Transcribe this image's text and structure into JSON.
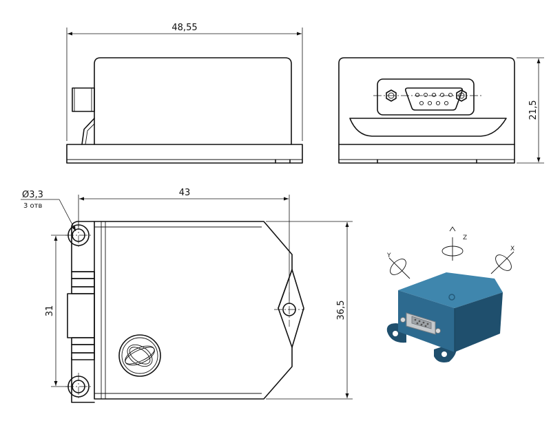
{
  "dimensions": {
    "top_width": "48,55",
    "side_height": "21,5",
    "bottom_width": "43",
    "hole_diameter": "Ø3,3",
    "hole_count": "3 отв",
    "hole_spacing": "31",
    "body_height": "36,5"
  },
  "axes": {
    "x": "X",
    "y": "Y",
    "z": "Z"
  },
  "colors": {
    "device_body": "#2d6a8f",
    "device_dark": "#1f4f6d",
    "device_light": "#3f86ad"
  }
}
